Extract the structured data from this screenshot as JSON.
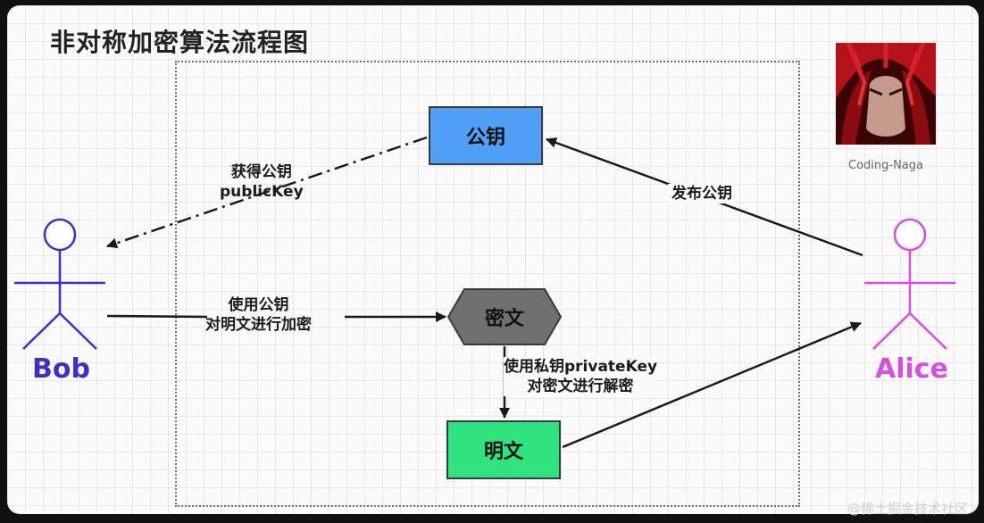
{
  "title": "非对称加密算法流程图",
  "nodes": {
    "public_key": "公钥",
    "ciphertext": "密文",
    "plaintext": "明文"
  },
  "edges": {
    "get_public_key": [
      "获得公钥",
      "publicKey"
    ],
    "publish_public_key": "发布公钥",
    "encrypt": [
      "使用公钥",
      "对明文进行加密"
    ],
    "decrypt": [
      "使用私钥privateKey",
      "对密文进行解密"
    ]
  },
  "actors": {
    "left": {
      "name": "Bob",
      "color": "#3f2fc8"
    },
    "right": {
      "name": "Alice",
      "color": "#d84ee0"
    }
  },
  "avatar": {
    "caption": "Coding-Naga",
    "icon": "anime-character-portrait"
  },
  "watermark": "@稀土掘金技术社区",
  "colors": {
    "public_key_box": "#4e9ff5",
    "ciphertext_hex": "#6f6f6f",
    "plaintext_box": "#31e37f",
    "arrow": "#1a1a1a"
  }
}
